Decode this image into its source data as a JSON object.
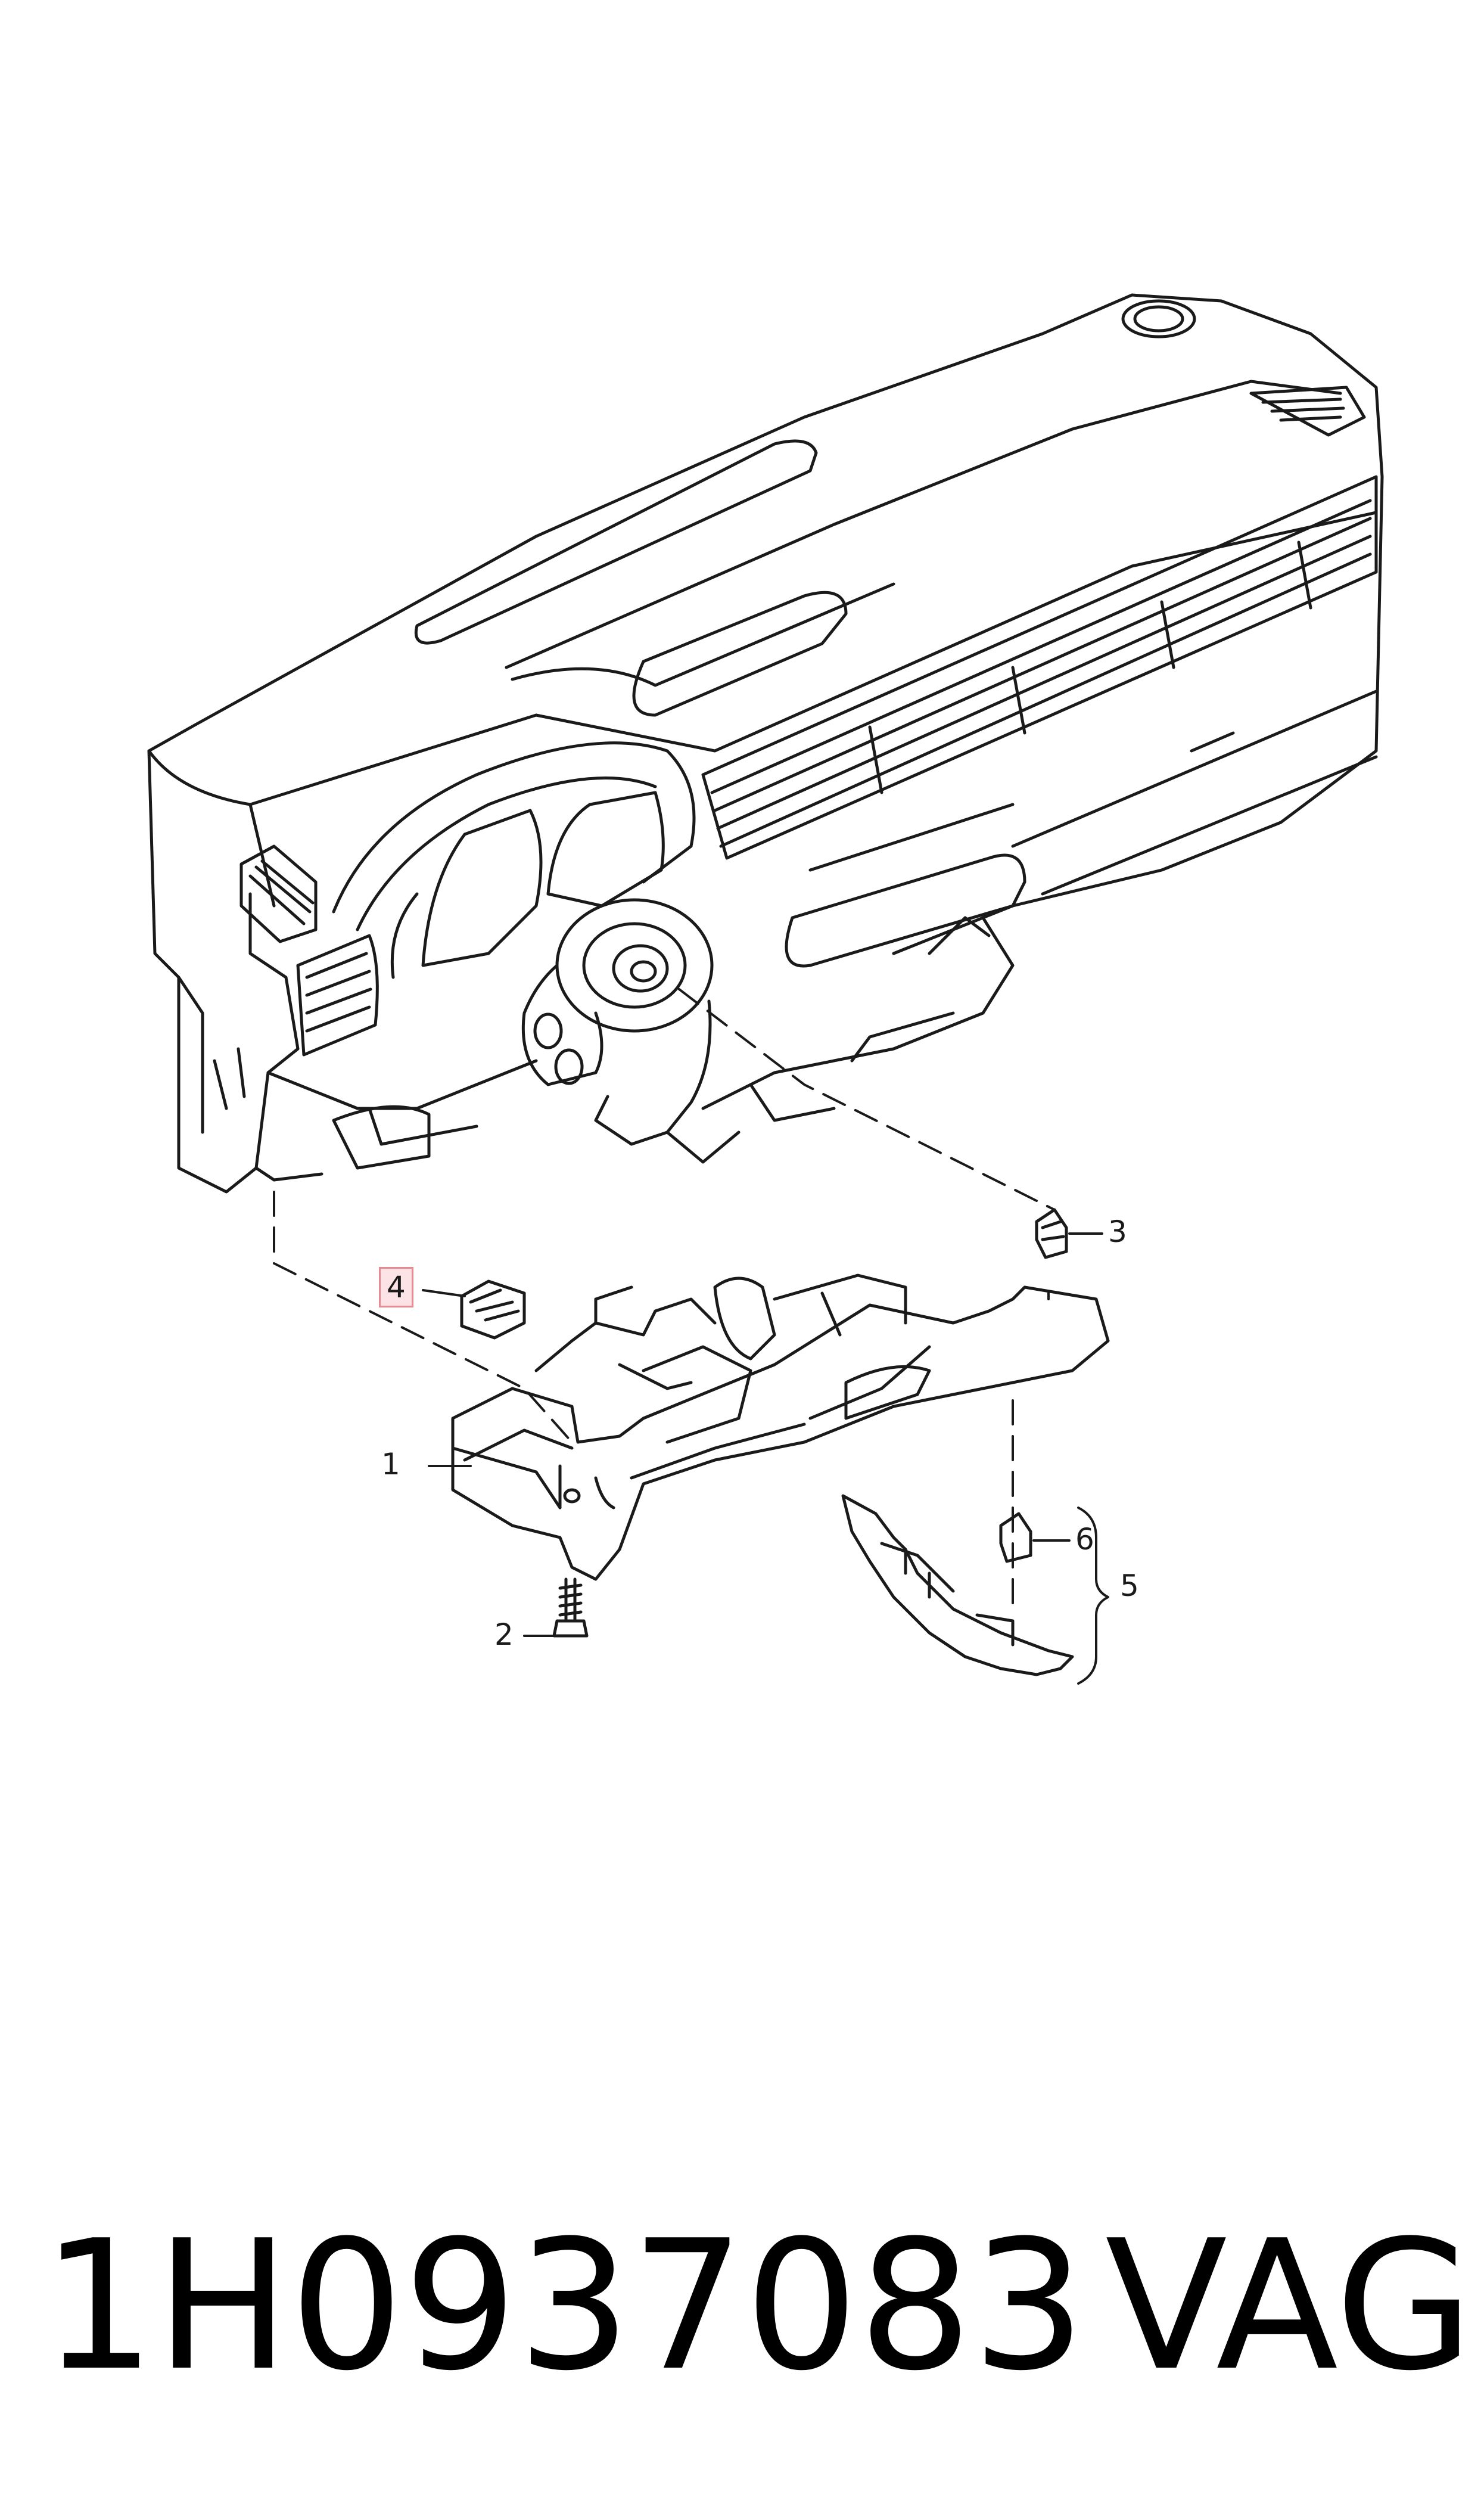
{
  "callouts": {
    "c1": "1",
    "c2": "2",
    "c3": "3",
    "c4": "4",
    "c5": "5",
    "c6": "6"
  },
  "footer": {
    "part_number": "1H0937083",
    "brand": "VAG"
  },
  "colors": {
    "line": "#1a1a1a",
    "highlight_border": "#e78a93",
    "highlight_fill": "#fbe3e6"
  }
}
